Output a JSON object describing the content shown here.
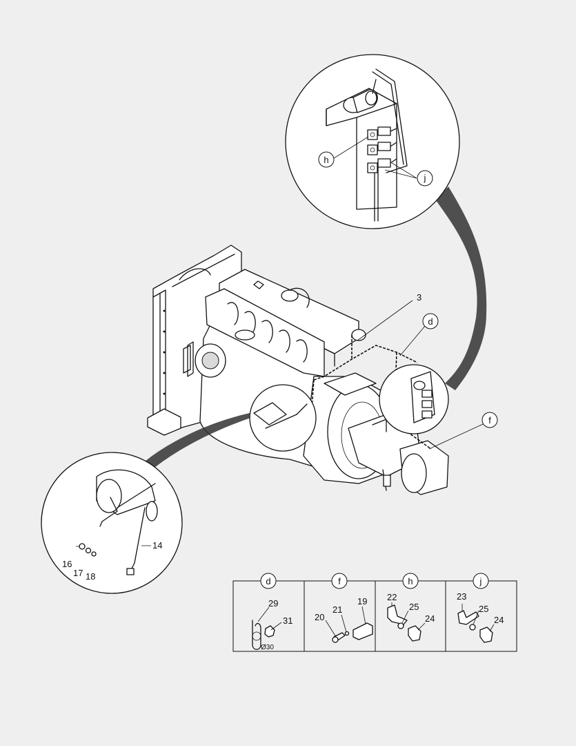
{
  "callouts": {
    "h": "h",
    "j": "j",
    "d": "d",
    "f": "f",
    "p3": "3",
    "p14": "14",
    "p16": "16",
    "p17": "17",
    "p18": "18"
  },
  "table": {
    "columns": [
      {
        "letter": "d",
        "parts": [
          "29",
          "31"
        ],
        "note": "Ø30"
      },
      {
        "letter": "f",
        "parts": [
          "19",
          "20",
          "21"
        ]
      },
      {
        "letter": "h",
        "parts": [
          "22",
          "25",
          "24"
        ]
      },
      {
        "letter": "j",
        "parts": [
          "23",
          "25",
          "24"
        ]
      }
    ]
  },
  "colors": {
    "background": "#efefef",
    "line": "#111111"
  }
}
